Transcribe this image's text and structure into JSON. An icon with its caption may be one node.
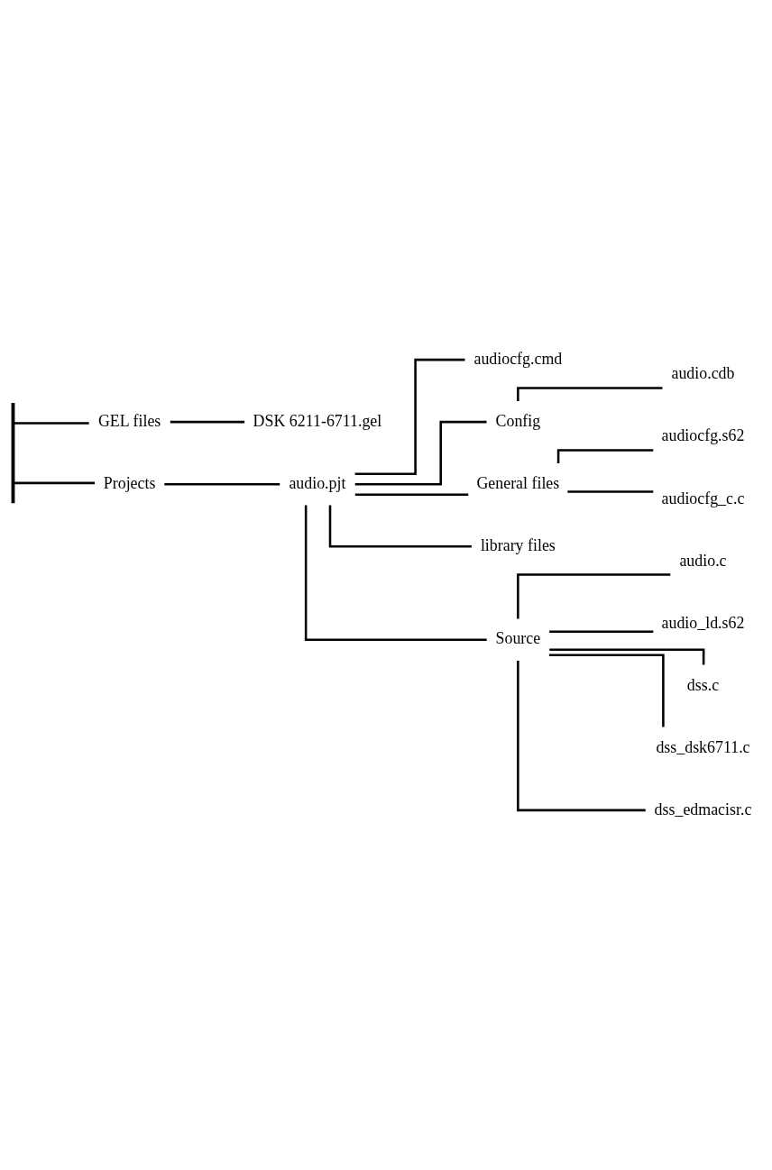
{
  "diagram": {
    "nodes": [
      {
        "text": [],
        "shape": "bar"
      },
      {
        "text": [
          "GEL files"
        ]
      },
      {
        "text": [
          "DSK 6211-6711.gel"
        ]
      },
      {
        "text": [
          "Projects"
        ]
      },
      {
        "text": [
          "audio.pjt"
        ]
      },
      {
        "text": [
          "audiocfg.cmd"
        ]
      },
      {
        "text": [
          "Config"
        ]
      },
      {
        "text": [
          "audio.cdb"
        ]
      },
      {
        "text": [
          "General files"
        ]
      },
      {
        "text": [
          "audiocfg.s62"
        ]
      },
      {
        "text": [
          "audiocfg_c.c"
        ]
      },
      {
        "text": [
          "library files"
        ]
      },
      {
        "text": [
          "Source"
        ]
      },
      {
        "text": [
          "audio.c"
        ]
      },
      {
        "text": [
          "audio_ld.s62"
        ]
      },
      {
        "text": [
          "dss.c"
        ]
      },
      {
        "text": [
          "dss_dsk6711.c"
        ]
      },
      {
        "text": [
          "dss_edmacisr.c"
        ]
      }
    ],
    "edges": [
      {
        "from": 0,
        "to": 1,
        "arrow": "none"
      },
      {
        "from": 1,
        "to": 2,
        "arrow": "none"
      },
      {
        "from": 0,
        "to": 3,
        "arrow": "none"
      },
      {
        "from": 3,
        "to": 4,
        "arrow": "none"
      },
      {
        "from": 4,
        "to": 5,
        "arrow": "none"
      },
      {
        "from": 4,
        "to": 6,
        "arrow": "none"
      },
      {
        "from": 6,
        "to": 7,
        "arrow": "none"
      },
      {
        "from": 4,
        "to": 8,
        "arrow": "none"
      },
      {
        "from": 8,
        "to": 9,
        "arrow": "none"
      },
      {
        "from": 8,
        "to": 10,
        "arrow": "none"
      },
      {
        "from": 4,
        "to": 11,
        "arrow": "none"
      },
      {
        "from": 4,
        "to": 12,
        "arrow": "none"
      },
      {
        "from": 12,
        "to": 13,
        "arrow": "none"
      },
      {
        "from": 12,
        "to": 14,
        "arrow": "none"
      },
      {
        "from": 12,
        "to": 15,
        "arrow": "none"
      },
      {
        "from": 12,
        "to": 16,
        "arrow": "none"
      },
      {
        "from": 12,
        "to": 17,
        "arrow": "none"
      }
    ]
  }
}
